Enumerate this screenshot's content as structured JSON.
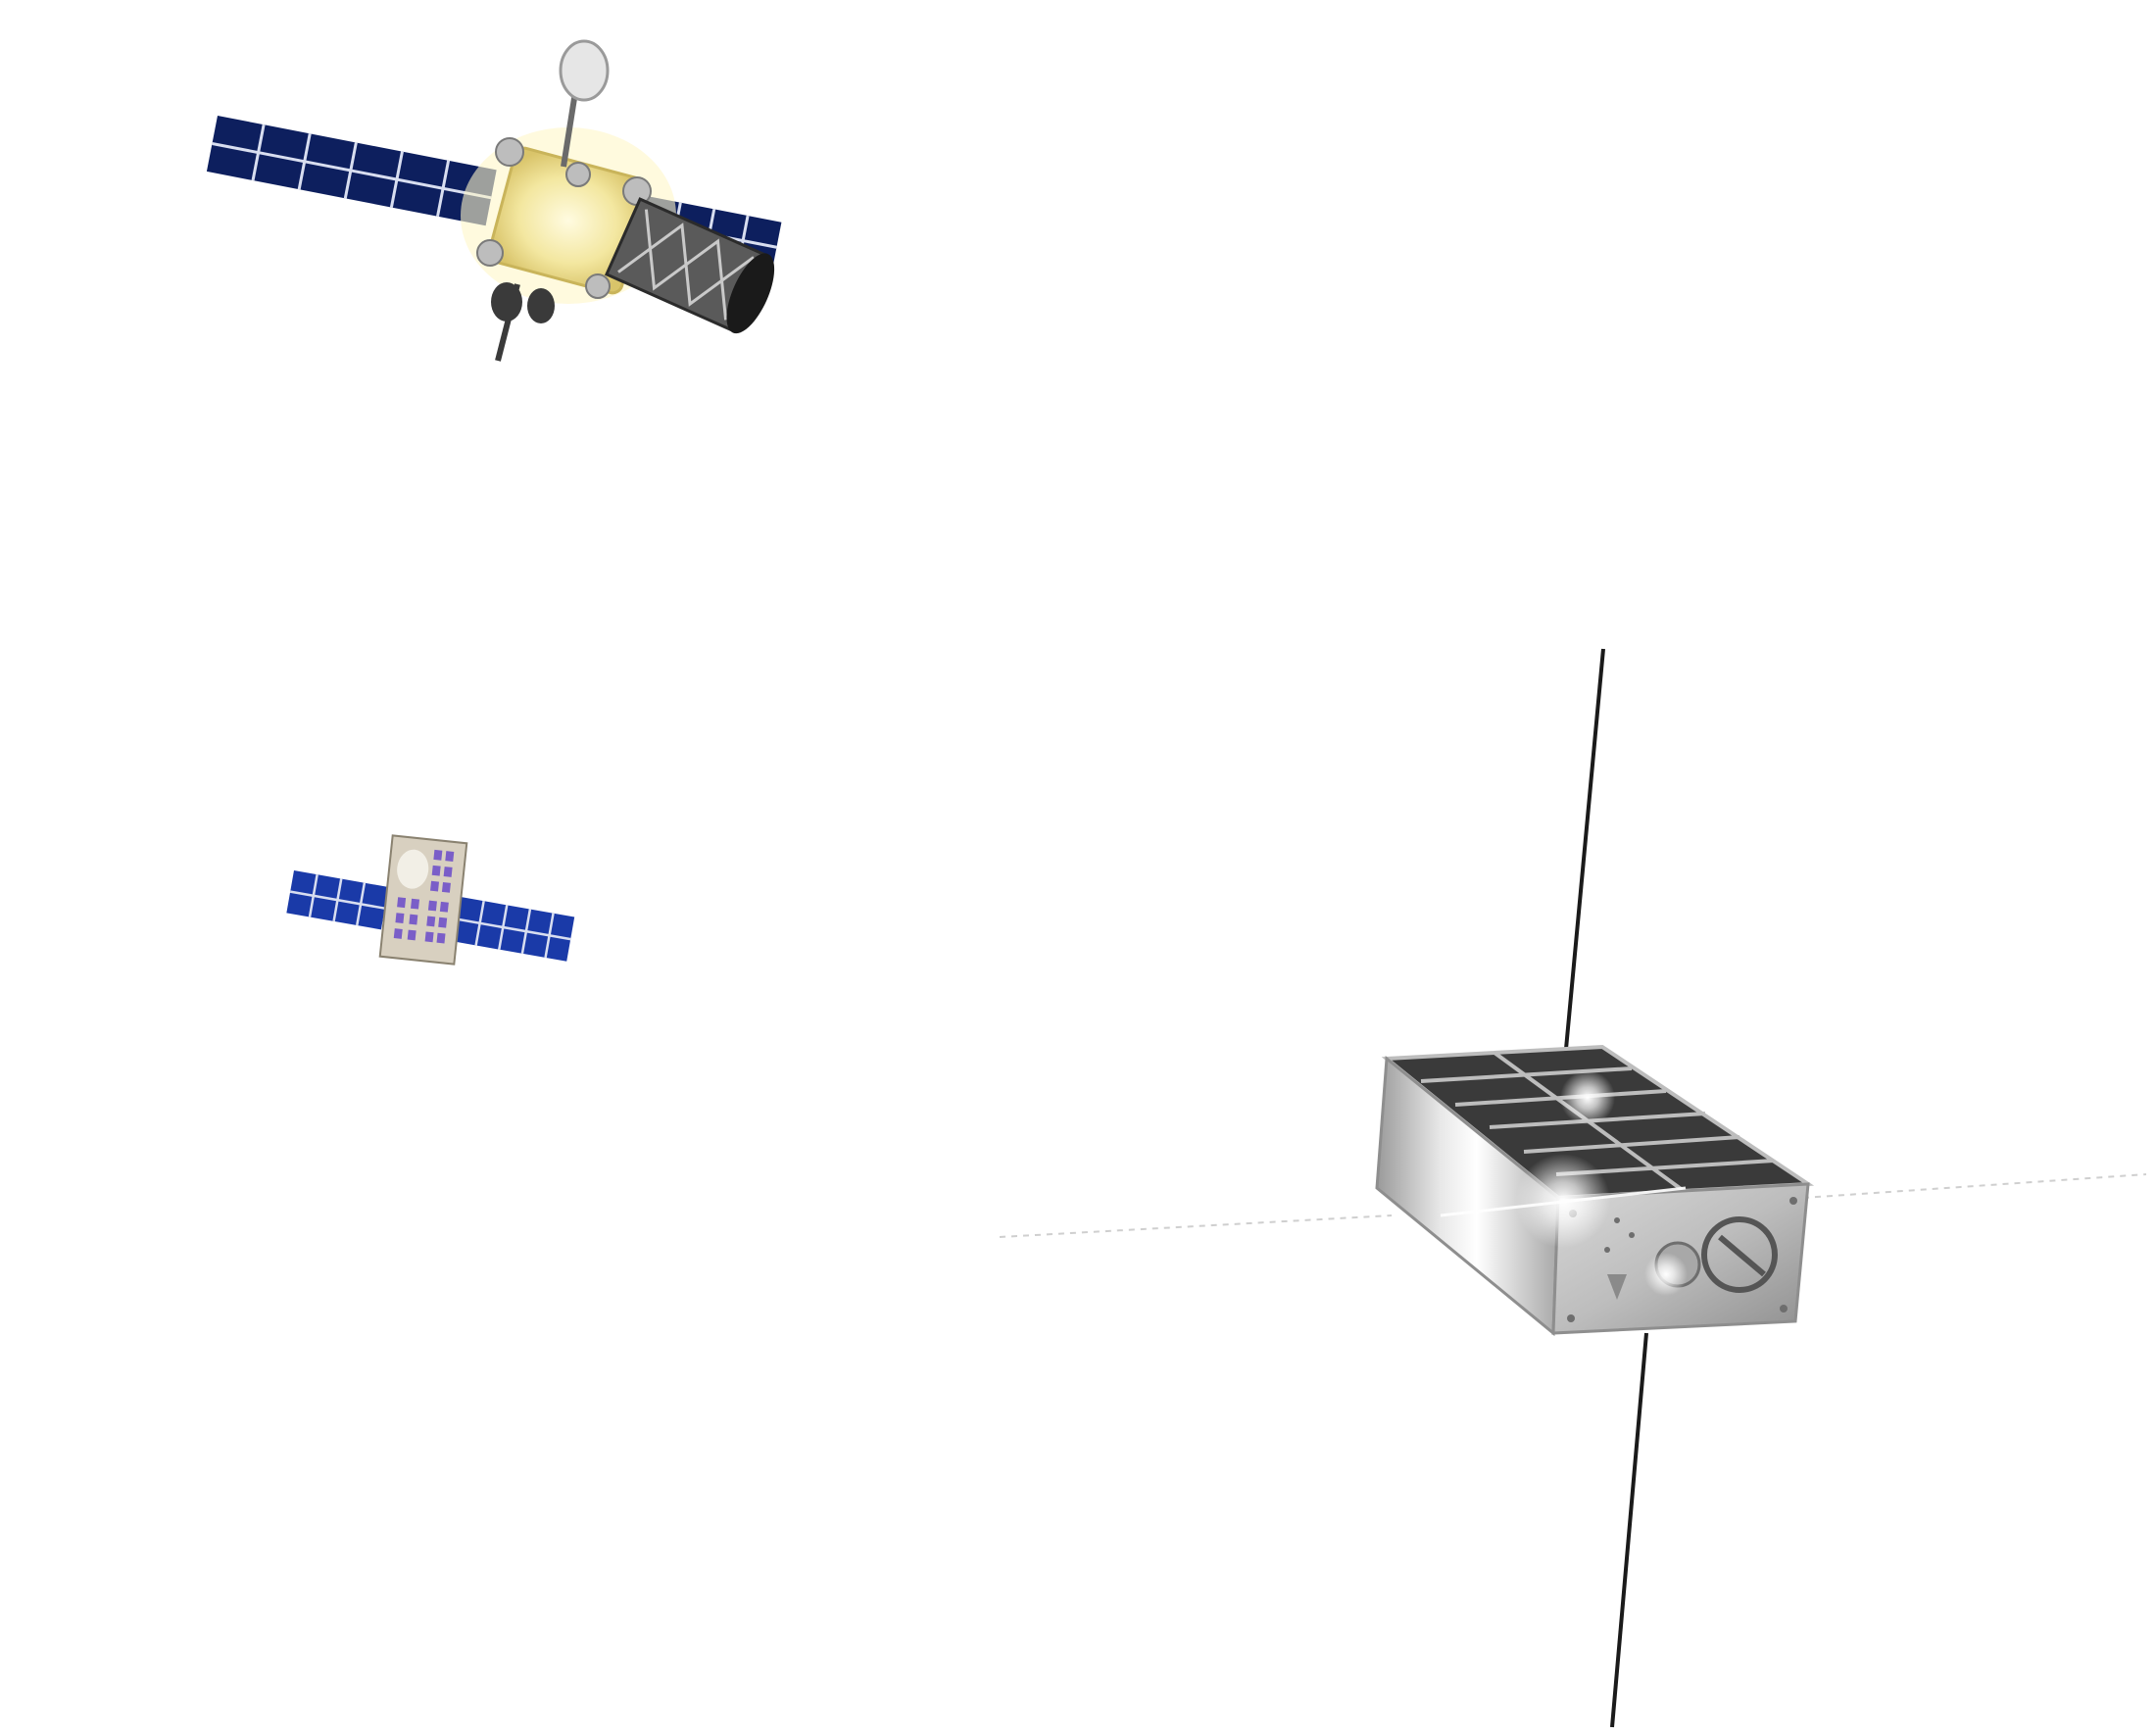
{
  "scene": {
    "background": "#ffffff",
    "objects": [
      "large-satellite",
      "small-satellite",
      "cubesat"
    ]
  },
  "colors": {
    "solar_panel": "#0d1f5e",
    "solar_panel_light": "#2a4aa8",
    "panel_grid": "#d8def0",
    "gold_body": "#f3e7a0",
    "gold_glow": "#fff6c8",
    "dark_cylinder": "#2b2b2b",
    "silver": "#c9c9c9",
    "silver_dark": "#8e8e8e",
    "cubesat_top": "#3a3a3a",
    "antenna": "#1a1a1a",
    "small_sat_body": "#d8d0c0",
    "small_sat_purple": "#7a5ec8"
  }
}
